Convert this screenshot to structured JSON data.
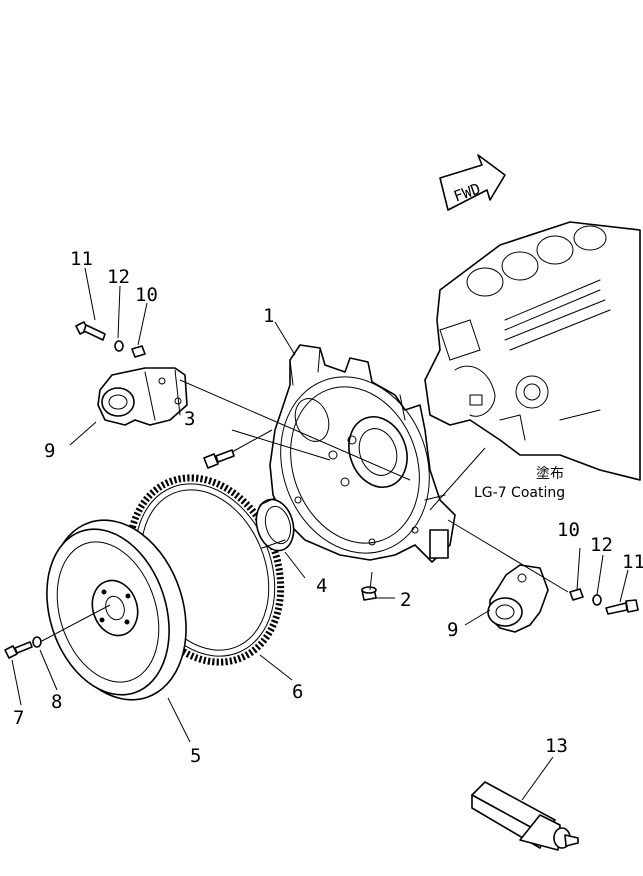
{
  "arrow": {
    "text": "FWD"
  },
  "note": {
    "jp": "塗布",
    "coating": "LG-7 Coating"
  },
  "callouts": {
    "c1": "1",
    "c2": "2",
    "c3": "3",
    "c4": "4",
    "c5": "5",
    "c6": "6",
    "c7": "7",
    "c8": "8",
    "c9_left": "9",
    "c9_right": "9",
    "c10_left": "10",
    "c10_right": "10",
    "c11_left": "11",
    "c11_right": "11",
    "c12_left": "12",
    "c12_right": "12",
    "c13": "13"
  }
}
